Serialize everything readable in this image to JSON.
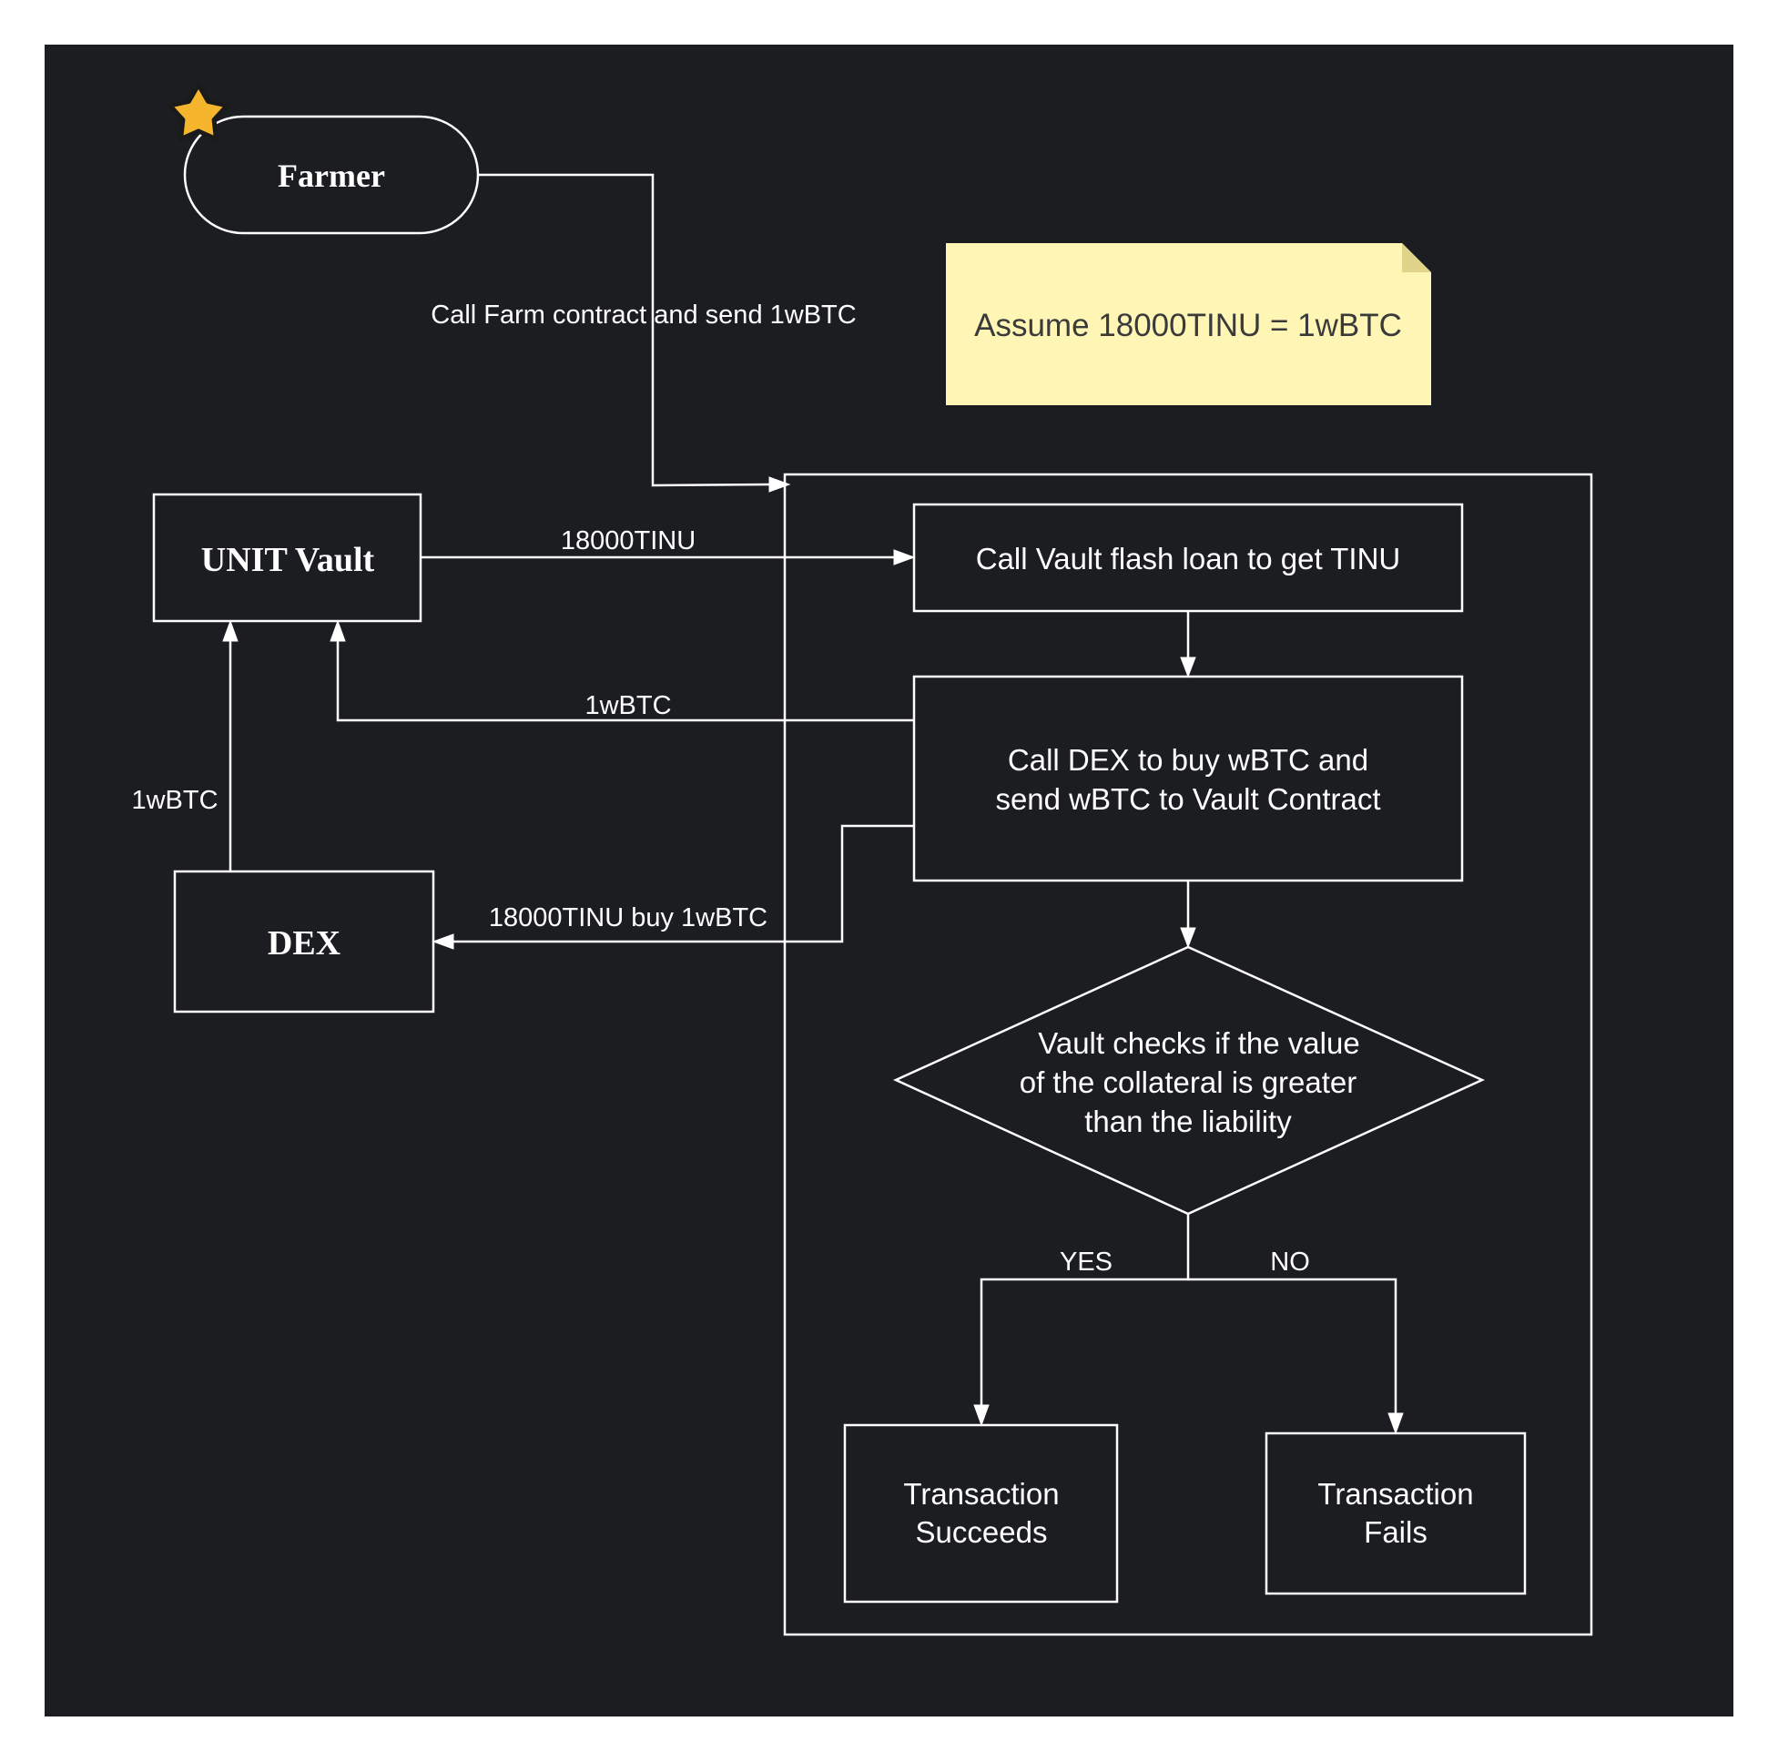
{
  "colors": {
    "canvas": "#1b1d20",
    "stroke": "#ffffff",
    "note_fill": "#fff6b5",
    "note_fold": "#e0d38a",
    "star": "#f5b52c"
  },
  "nodes": {
    "farmer": "Farmer",
    "unit_vault": "UNIT Vault",
    "dex": "DEX",
    "note": "Assume 18000TINU = 1wBTC",
    "flash_loan": "Call Vault flash loan to get TINU",
    "call_dex": [
      "Call DEX to buy wBTC and",
      "send wBTC to Vault Contract"
    ],
    "check": [
      "Vault checks if the value",
      "of the collateral is greater",
      "than the liability"
    ],
    "success": [
      "Transaction",
      "Succeeds"
    ],
    "fail": [
      "Transaction",
      "Fails"
    ]
  },
  "edges": {
    "farmer_call": "Call Farm contract and send 1wBTC",
    "vault_to_flash": "18000TINU",
    "dex_to_vault": "1wBTC",
    "call_to_vault": "1wBTC",
    "call_to_dex": "18000TINU buy 1wBTC",
    "yes": "YES",
    "no": "NO"
  },
  "icons": {
    "farmer_badge": "star-icon"
  }
}
